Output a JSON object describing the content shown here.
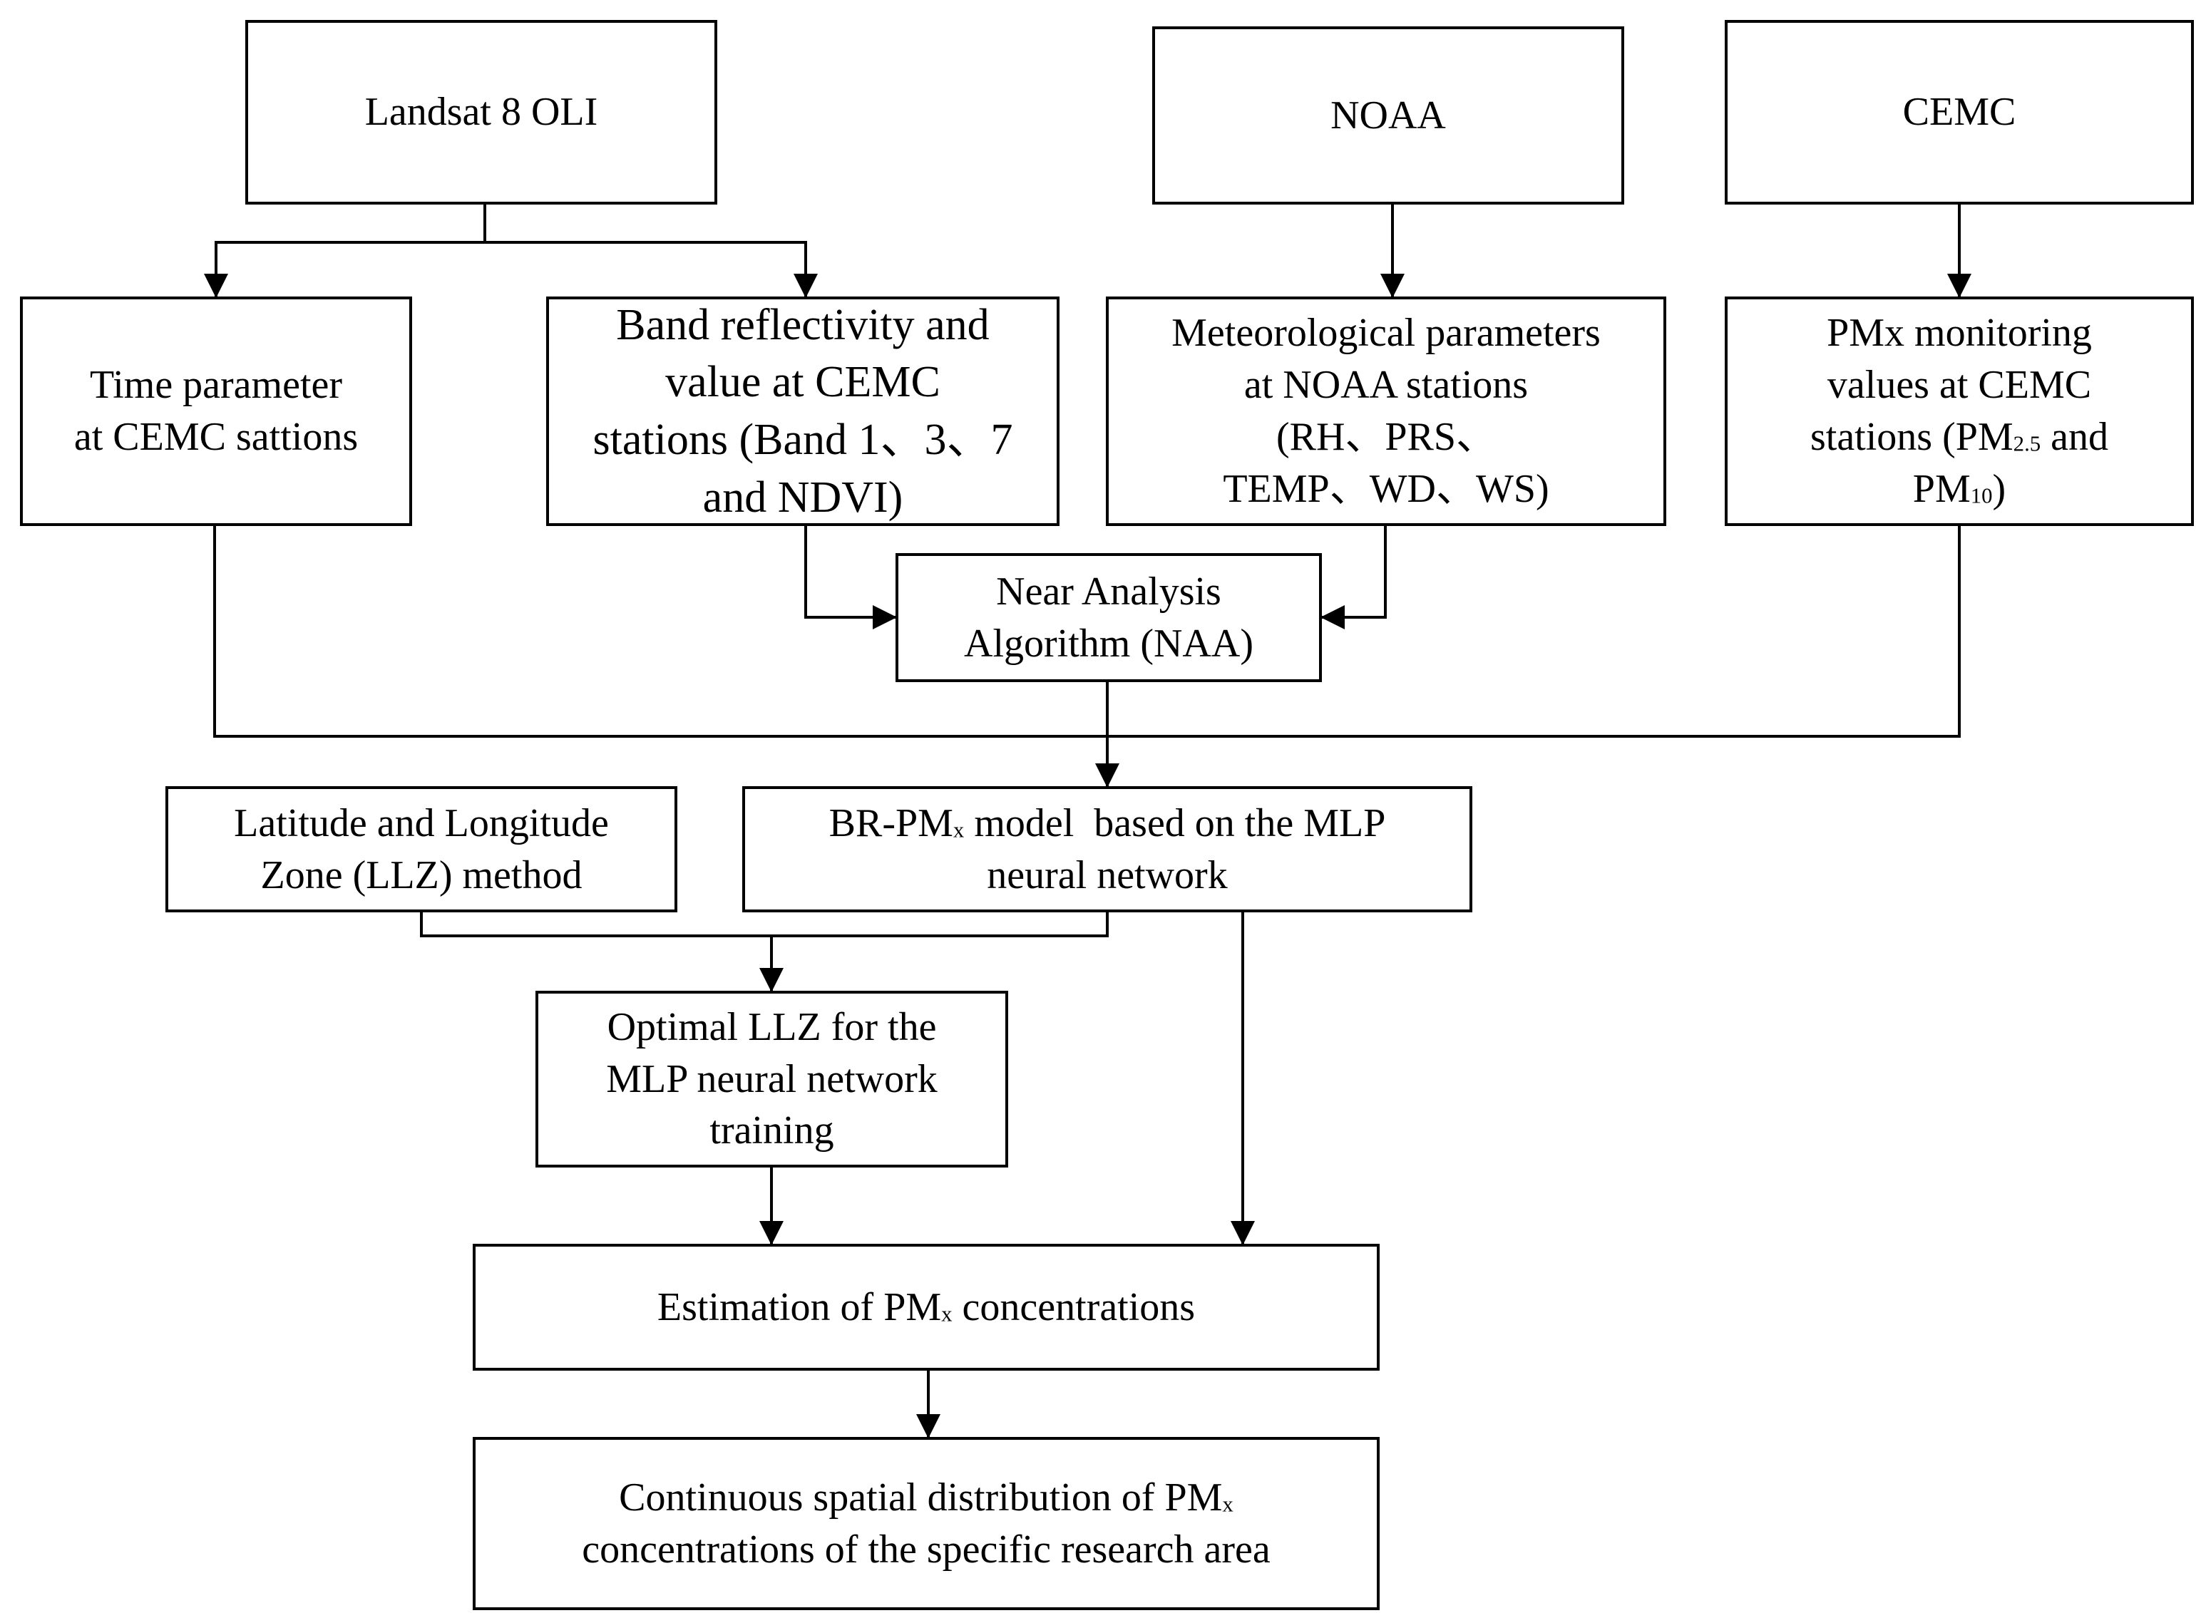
{
  "boxes": {
    "landsat": {
      "lines": [
        "Landsat 8 OLI"
      ]
    },
    "noaa": {
      "lines": [
        "NOAA"
      ]
    },
    "cemc": {
      "lines": [
        "CEMC"
      ]
    },
    "time_param": {
      "lines": [
        "Time parameter",
        "at CEMC sattions"
      ]
    },
    "band": {
      "lines": [
        "Band reflectivity and",
        "value at CEMC",
        "stations (Band 1、3、7",
        "and NDVI)"
      ]
    },
    "meteo": {
      "lines": [
        "Meteorological parameters",
        "at NOAA stations",
        "(RH、PRS、",
        "TEMP、WD、WS)"
      ]
    },
    "pmx_monitor": {
      "line1": "PMx monitoring",
      "line2": "values at CEMC",
      "line3_pre": "stations (PM",
      "line3_sub": "2.5",
      "line3_post": " and",
      "line4_pre": "PM",
      "line4_sub": "10",
      "line4_post": ")"
    },
    "naa": {
      "lines": [
        "Near Analysis",
        "Algorithm (NAA)"
      ]
    },
    "llz": {
      "lines": [
        "Latitude and Longitude",
        "Zone (LLZ) method"
      ]
    },
    "brpm": {
      "line1_pre": "BR-PM",
      "line1_sub": "x",
      "line1_post": " model  based on the MLP",
      "line2": "neural network"
    },
    "optimal": {
      "lines": [
        "Optimal LLZ for the",
        "MLP neural network",
        "training"
      ]
    },
    "estimation": {
      "line1_pre": "Estimation of PM",
      "line1_sub": "x",
      "line1_post": " concentrations"
    },
    "continuous": {
      "line1_pre": "Continuous spatial distribution of PM",
      "line1_sub": "x",
      "line2": "concentrations of the specific research area"
    }
  }
}
